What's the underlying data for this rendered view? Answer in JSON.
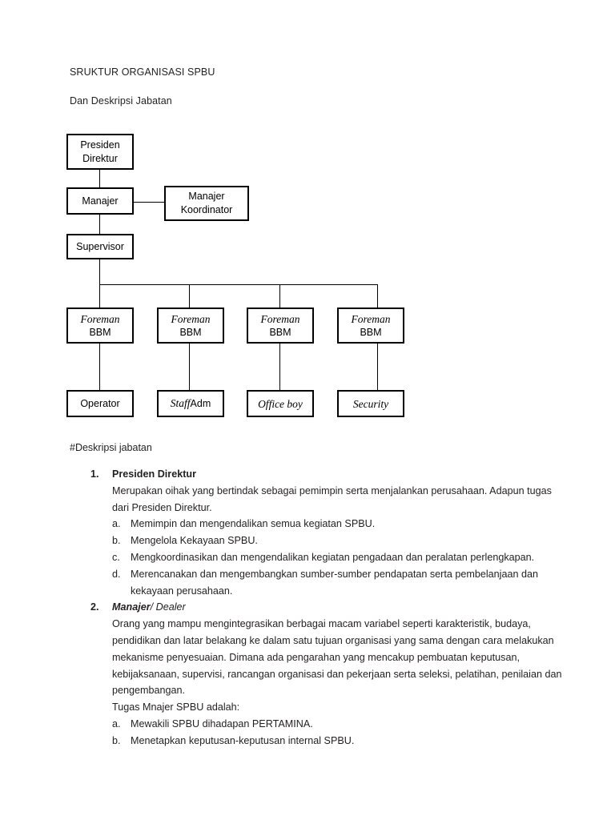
{
  "document": {
    "title": "SRUKTUR ORGANISASI SPBU",
    "subtitle": "Dan Deskripsi Jabatan"
  },
  "orgchart": {
    "nodes": {
      "presiden_direktur": {
        "line1": "Presiden",
        "line2": "Direktur"
      },
      "manajer": {
        "line1": "Manajer"
      },
      "manajer_koordinator": {
        "line1": "Manajer",
        "line2": "Koordinator"
      },
      "supervisor": {
        "line1": "Supervisor"
      },
      "foreman_1": {
        "line1": "Foreman",
        "line2": "BBM"
      },
      "foreman_2": {
        "line1": "Foreman",
        "line2": "BBM"
      },
      "foreman_3": {
        "line1": "Foreman",
        "line2": "BBM"
      },
      "foreman_4": {
        "line1": "Foreman",
        "line2": "BBM"
      },
      "operator": {
        "line1": "Operator"
      },
      "staff_adm": {
        "line1": "Staff",
        "line2": "Adm"
      },
      "office_boy": {
        "line1": "Office boy"
      },
      "security": {
        "line1": "Security"
      }
    }
  },
  "description": {
    "heading": "#Deskripsi jabatan",
    "items": [
      {
        "marker": "1.",
        "title": "Presiden Direktur",
        "body": "Merupakan oihak yang bertindak sebagai pemimpin serta menjalankan perusahaan. Adapun tugas dari Presiden Direktur.",
        "sub": [
          {
            "marker": "a.",
            "text": "Memimpin dan mengendalikan semua kegiatan SPBU."
          },
          {
            "marker": "b.",
            "text": "Mengelola Kekayaan SPBU."
          },
          {
            "marker": "c.",
            "text": "Mengkoordinasikan dan mengendalikan kegiatan pengadaan dan peralatan perlengkapan."
          },
          {
            "marker": "d.",
            "text": "Merencanakan dan mengembangkan sumber-sumber pendapatan serta pembelanjaan dan kekayaan perusahaan."
          }
        ]
      },
      {
        "marker": "2.",
        "title_bold_italic": "Manajer",
        "title_separator": "/ ",
        "title_italic": "Dealer",
        "body": "Orang yang mampu mengintegrasikan berbagai macam variabel seperti karakteristik, budaya, pendidikan dan latar belakang ke dalam satu tujuan organisasi yang sama dengan cara melakukan mekanisme penyesuaian. Dimana ada pengarahan yang mencakup pembuatan keputusan, kebijaksanaan, supervisi, rancangan organisasi dan pekerjaan serta seleksi, pelatihan, penilaian dan pengembangan.",
        "body2": "Tugas Mnajer SPBU adalah:",
        "sub": [
          {
            "marker": "a.",
            "text": "Mewakili SPBU dihadapan PERTAMINA."
          },
          {
            "marker": "b.",
            "text": "Menetapkan keputusan-keputusan internal SPBU."
          }
        ]
      }
    ]
  }
}
